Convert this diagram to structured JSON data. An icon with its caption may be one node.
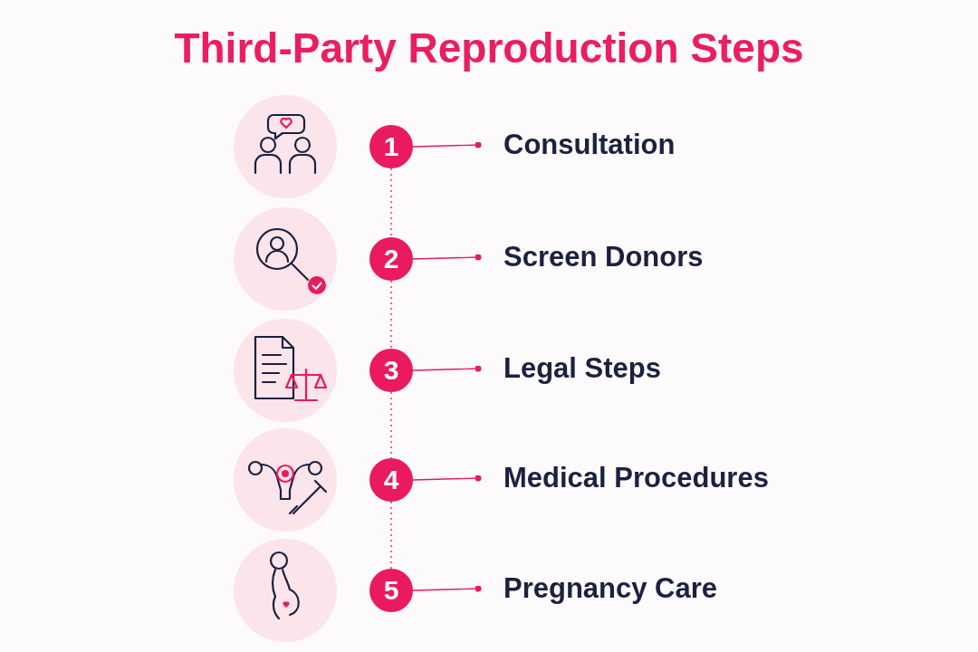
{
  "diagram": {
    "title": "Third-Party Reproduction Steps",
    "nodes": [
      {
        "text": [
          "1"
        ]
      },
      {
        "text": [
          "Consultation"
        ]
      },
      {
        "text": [
          "2"
        ]
      },
      {
        "text": [
          "Screen Donors"
        ]
      },
      {
        "text": [
          "3"
        ]
      },
      {
        "text": [
          "Legal Steps"
        ]
      },
      {
        "text": [
          "4"
        ]
      },
      {
        "text": [
          "Medical Procedures"
        ]
      },
      {
        "text": [
          "5"
        ]
      },
      {
        "text": [
          "Pregnancy Care"
        ]
      }
    ],
    "edges": [
      {
        "from": 0,
        "to": 1,
        "arrow": "other"
      },
      {
        "from": 0,
        "to": 2,
        "arrow": "none",
        "style": "dashed"
      },
      {
        "from": 2,
        "to": 3,
        "arrow": "other"
      },
      {
        "from": 2,
        "to": 4,
        "arrow": "none",
        "style": "dashed"
      },
      {
        "from": 4,
        "to": 5,
        "arrow": "other"
      },
      {
        "from": 4,
        "to": 6,
        "arrow": "none",
        "style": "dashed"
      },
      {
        "from": 6,
        "to": 7,
        "arrow": "other"
      },
      {
        "from": 6,
        "to": 8,
        "arrow": "none",
        "style": "dashed"
      },
      {
        "from": 8,
        "to": 9,
        "arrow": "other"
      }
    ]
  }
}
